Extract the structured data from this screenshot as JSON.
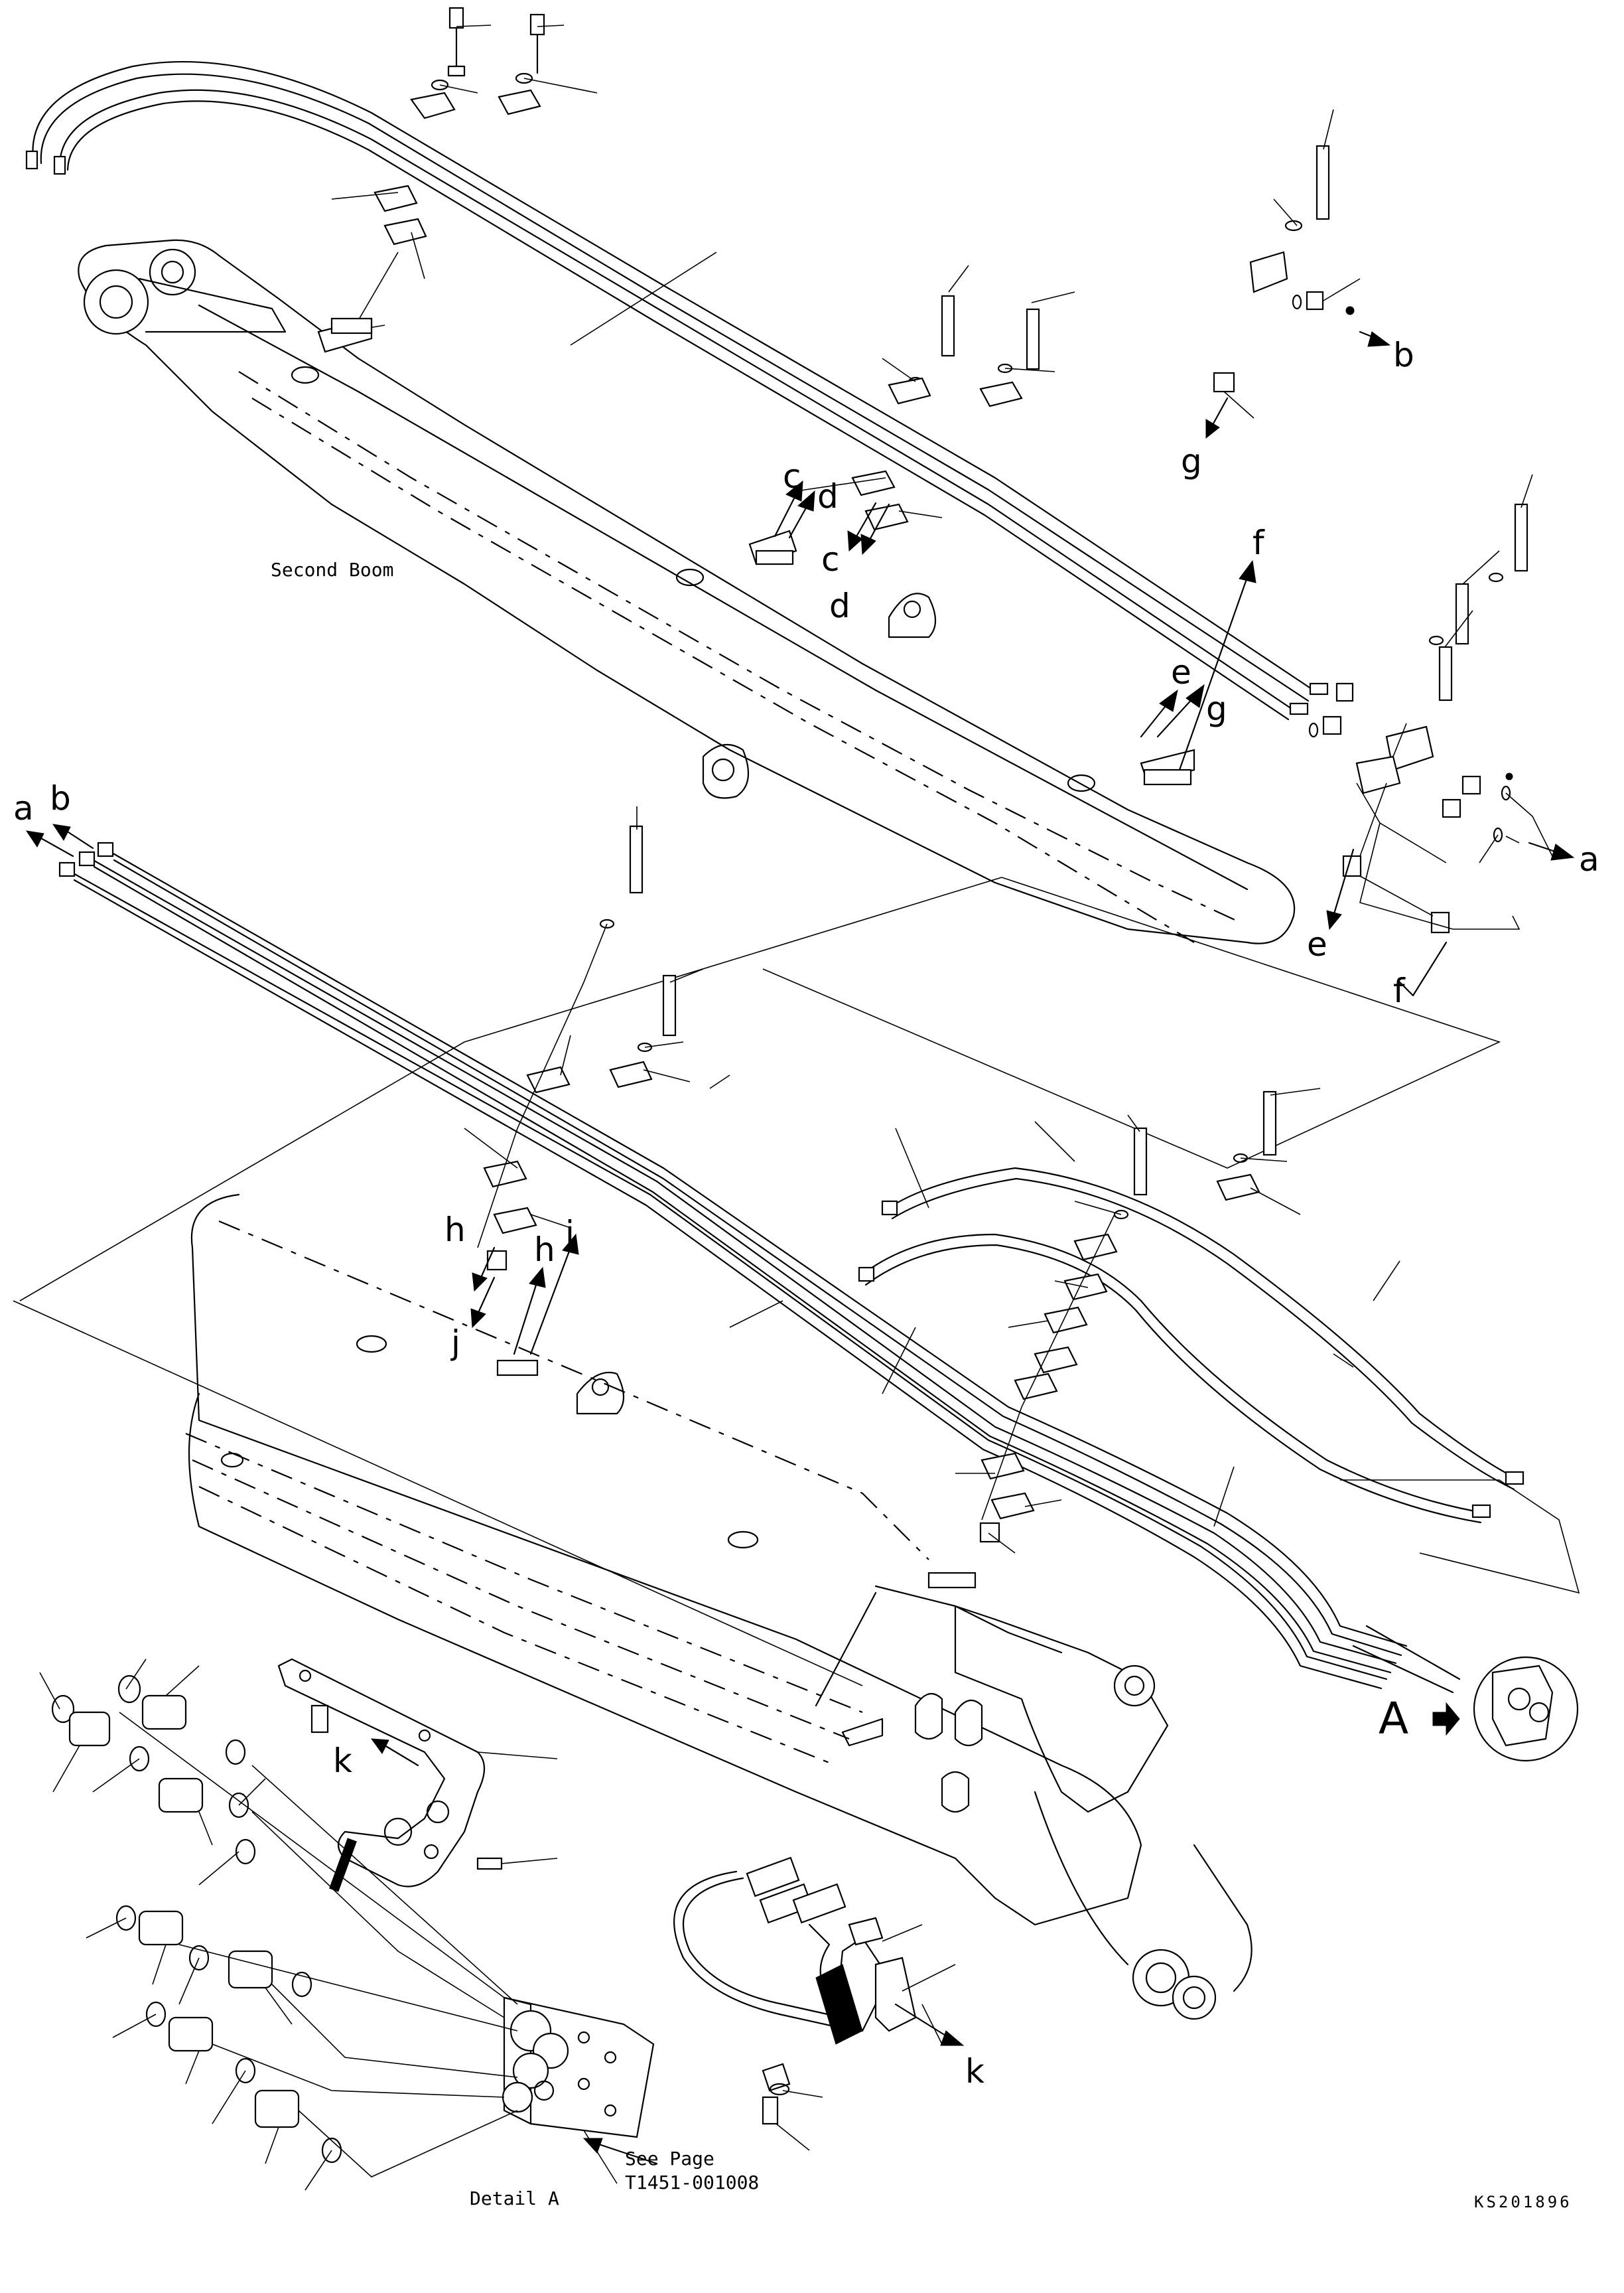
{
  "captions": {
    "second_boom": "Second Boom",
    "detail_a": "Detail A",
    "see_page": "See Page",
    "page_ref": "T1451-001008",
    "drawing_id": "KS201896",
    "detail_marker": "A"
  },
  "connection_labels": {
    "a": "a",
    "b": "b",
    "c": "c",
    "d": "d",
    "e": "e",
    "f": "f",
    "g": "g",
    "h": "h",
    "j": "j",
    "k": "k"
  }
}
